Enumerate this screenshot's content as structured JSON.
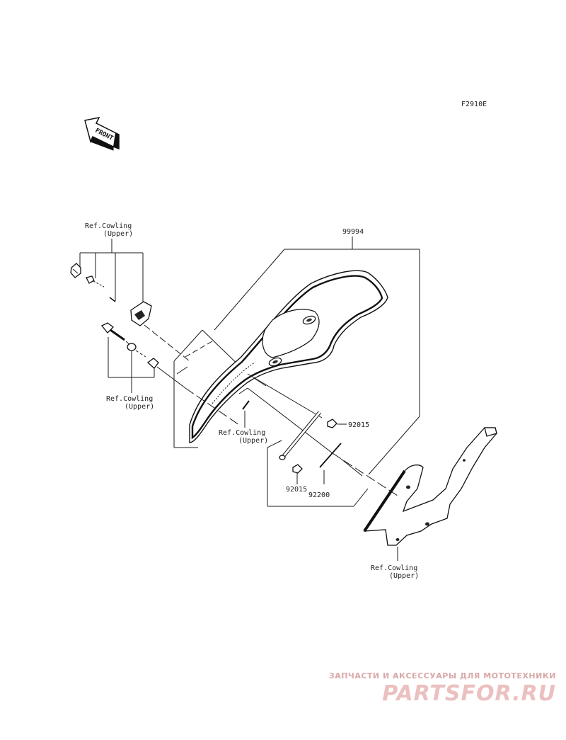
{
  "diagram": {
    "code": "F2910E",
    "front_arrow_text": "FRONT",
    "ref_cowling_line1": "Ref.Cowling",
    "ref_cowling_line2": "(Upper)",
    "part_99994": "99994",
    "part_92015": "92015",
    "part_92200": "92200"
  },
  "watermark": {
    "caption": "ЗАПЧАСТИ И АКСЕССУАРЫ ДЛЯ МОТОТЕХНИКИ",
    "logo": "PARTSFOR.RU"
  }
}
